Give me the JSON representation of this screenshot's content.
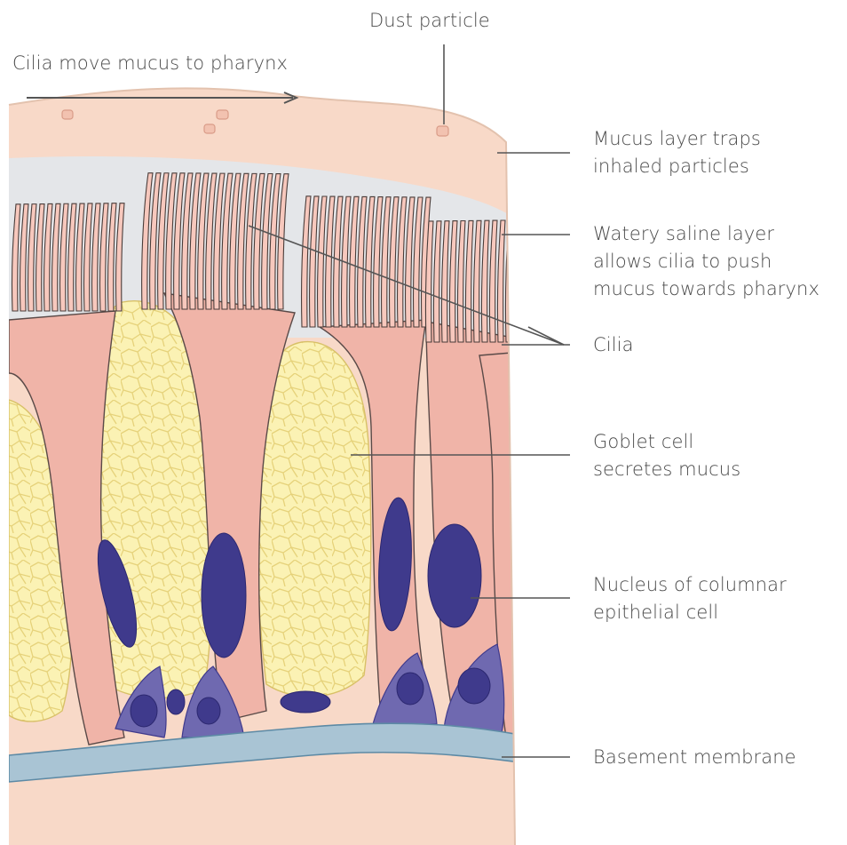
{
  "colors": {
    "mucus": "#f8d9c8",
    "saline": "#e4e6e9",
    "cell": "#f0b4a8",
    "cell_outline": "#5a4a48",
    "goblet": "#fbf2b4",
    "goblet_net": "#e6d27a",
    "nucleus": "#3f3a8c",
    "nucleus_light": "#6f69b0",
    "membrane": "#a9c4d4",
    "membrane_edge": "#5d8aa5",
    "leader": "#555555",
    "text": "#4a4a4a"
  },
  "labels": {
    "cilia_move": "Cilia move mucus to pharynx",
    "dust": "Dust particle",
    "mucus_layer": [
      "Mucus layer traps",
      "inhaled particles"
    ],
    "saline_layer": [
      "Watery saline layer",
      "allows cilia to push",
      "mucus towards pharynx"
    ],
    "cilia": "Cilia",
    "goblet": [
      "Goblet cell",
      "secretes mucus"
    ],
    "nucleus": [
      "Nucleus of columnar",
      "epithelial cell"
    ],
    "basement": "Basement membrane"
  }
}
